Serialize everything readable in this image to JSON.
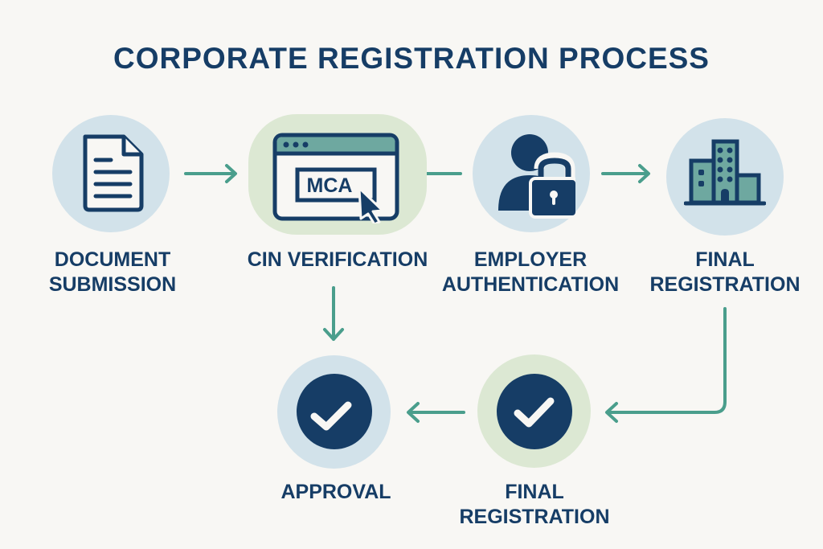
{
  "title": "CORPORATE REGISTRATION PROCESS",
  "colors": {
    "background": "#f8f7f4",
    "navy": "#163d66",
    "teal": "#4a9e8c",
    "light_blue": "#d2e2ea",
    "light_green": "#dce8d3"
  },
  "steps": [
    {
      "id": "document-submission",
      "line1": "DOCUMENT",
      "line2": "SUBMISSION",
      "icon": "document-icon"
    },
    {
      "id": "cin-verification",
      "line1": "CIN VERIFICATION",
      "line2": "",
      "icon": "browser-mca-icon",
      "icon_text": "MCA"
    },
    {
      "id": "employer-authentication",
      "line1": "EMPLOYER",
      "line2": "AUTHENTICATION",
      "icon": "user-lock-icon"
    },
    {
      "id": "final-registration-top",
      "line1": "FINAL",
      "line2": "REGISTRATION",
      "icon": "building-icon"
    },
    {
      "id": "final-registration-bottom",
      "line1": "FINAL",
      "line2": "REGISTRATION",
      "icon": "checkmark-icon"
    },
    {
      "id": "approval",
      "line1": "APPROVAL",
      "line2": "",
      "icon": "checkmark-icon"
    }
  ]
}
